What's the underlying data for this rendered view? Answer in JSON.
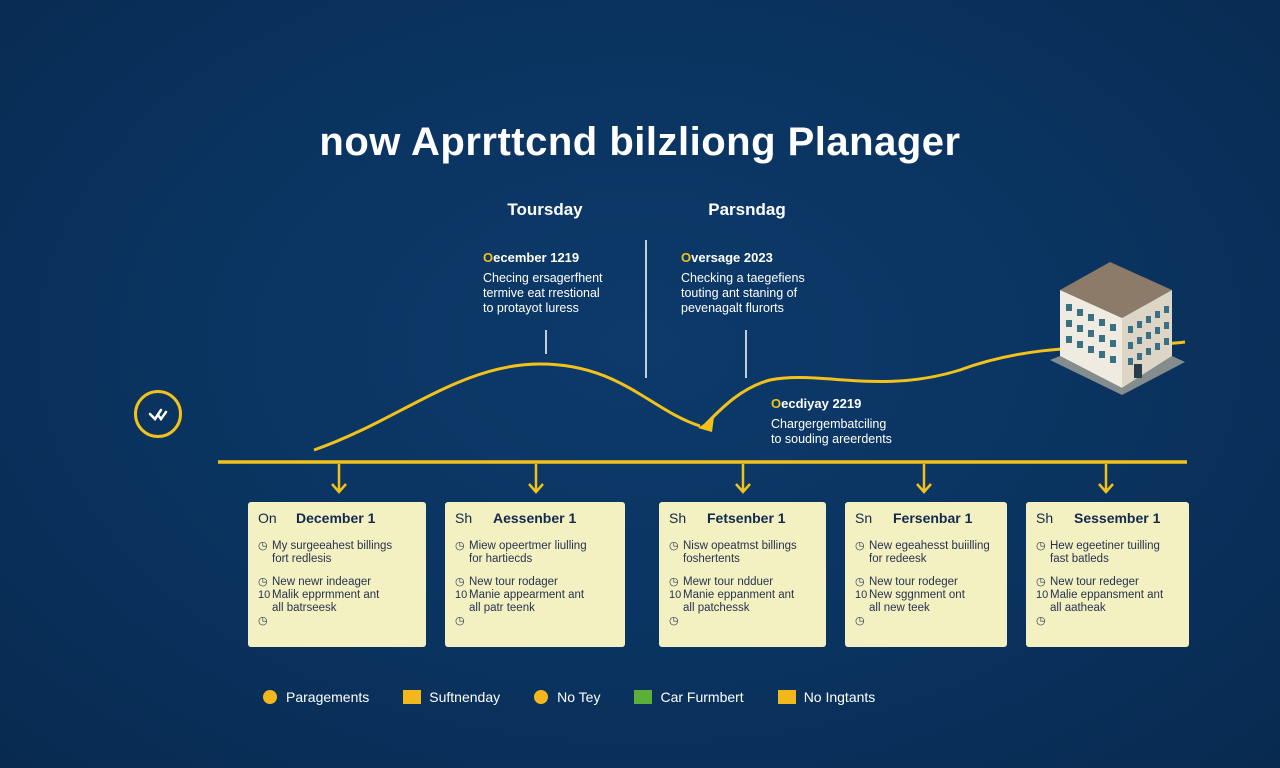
{
  "title": "now Aprrttcnd bilzliong Planager",
  "columns": [
    {
      "heading": "Toursday"
    },
    {
      "heading": "Parsndag"
    }
  ],
  "notes": [
    {
      "date_first": "O",
      "date_rest": "ecember 1219",
      "desc": "Checing ersagerfhent\ntermive eat rrestional\nto protayot luress"
    },
    {
      "date_first": "O",
      "date_rest": "versage 2023",
      "desc": "Checking a taegefiens\ntouting ant staning of\npevenagalt flurorts"
    },
    {
      "date_first": "O",
      "date_rest": "ecdiyay 2219",
      "desc": "Chargergembatciling\nto souding areerdents"
    }
  ],
  "cards": [
    {
      "prefix": "On",
      "title": "December 1",
      "line1": "My surgeeahest billings",
      "line2": "fort redlesis",
      "line3": "New newr indeager",
      "line4": "Malik epprmment ant",
      "line5": "all batrseesk",
      "num": "10"
    },
    {
      "prefix": "Sh",
      "title": "Aessenber 1",
      "line1": "Miew opeertmer liulling",
      "line2": "for hartiecds",
      "line3": "New tour rodager",
      "line4": "Manie appearment ant",
      "line5": "all patr teenk",
      "num": "10"
    },
    {
      "prefix": "Sh",
      "title": "Fetsenber 1",
      "line1": "Nisw opeatmst billings",
      "line2": "foshertents",
      "line3": "Mewr tour ndduer",
      "line4": "Manie eppanment ant",
      "line5": "all patchessk",
      "num": "10"
    },
    {
      "prefix": "Sn",
      "title": "Fersenbar 1",
      "line1": "New egeahesst buiilling",
      "line2": "for redeesk",
      "line3": "New tour rodeger",
      "line4": "New sggnment ont",
      "line5": "all new teek",
      "num": "10"
    },
    {
      "prefix": "Sh",
      "title": "Sessember 1",
      "line1": "Hew egeetiner tuilling",
      "line2": "fast batleds",
      "line3": "New tour redeger",
      "line4": "Malie eppansment ant",
      "line5": "all aatheak",
      "num": "10"
    }
  ],
  "legend": [
    {
      "label": "Paragements",
      "shape": "dot",
      "color": "#f2b81b"
    },
    {
      "label": "Suftnenday",
      "shape": "square",
      "color": "#f2b81b"
    },
    {
      "label": "No Tey",
      "shape": "dot",
      "color": "#f2b81b"
    },
    {
      "label": "Car Furmbert",
      "shape": "square",
      "color": "#5cb03a"
    },
    {
      "label": "No Ingtants",
      "shape": "square",
      "color": "#f2b81b"
    }
  ],
  "colors": {
    "accent": "#f2c21b",
    "background": "#0a335f",
    "card": "#f3f0c2"
  }
}
